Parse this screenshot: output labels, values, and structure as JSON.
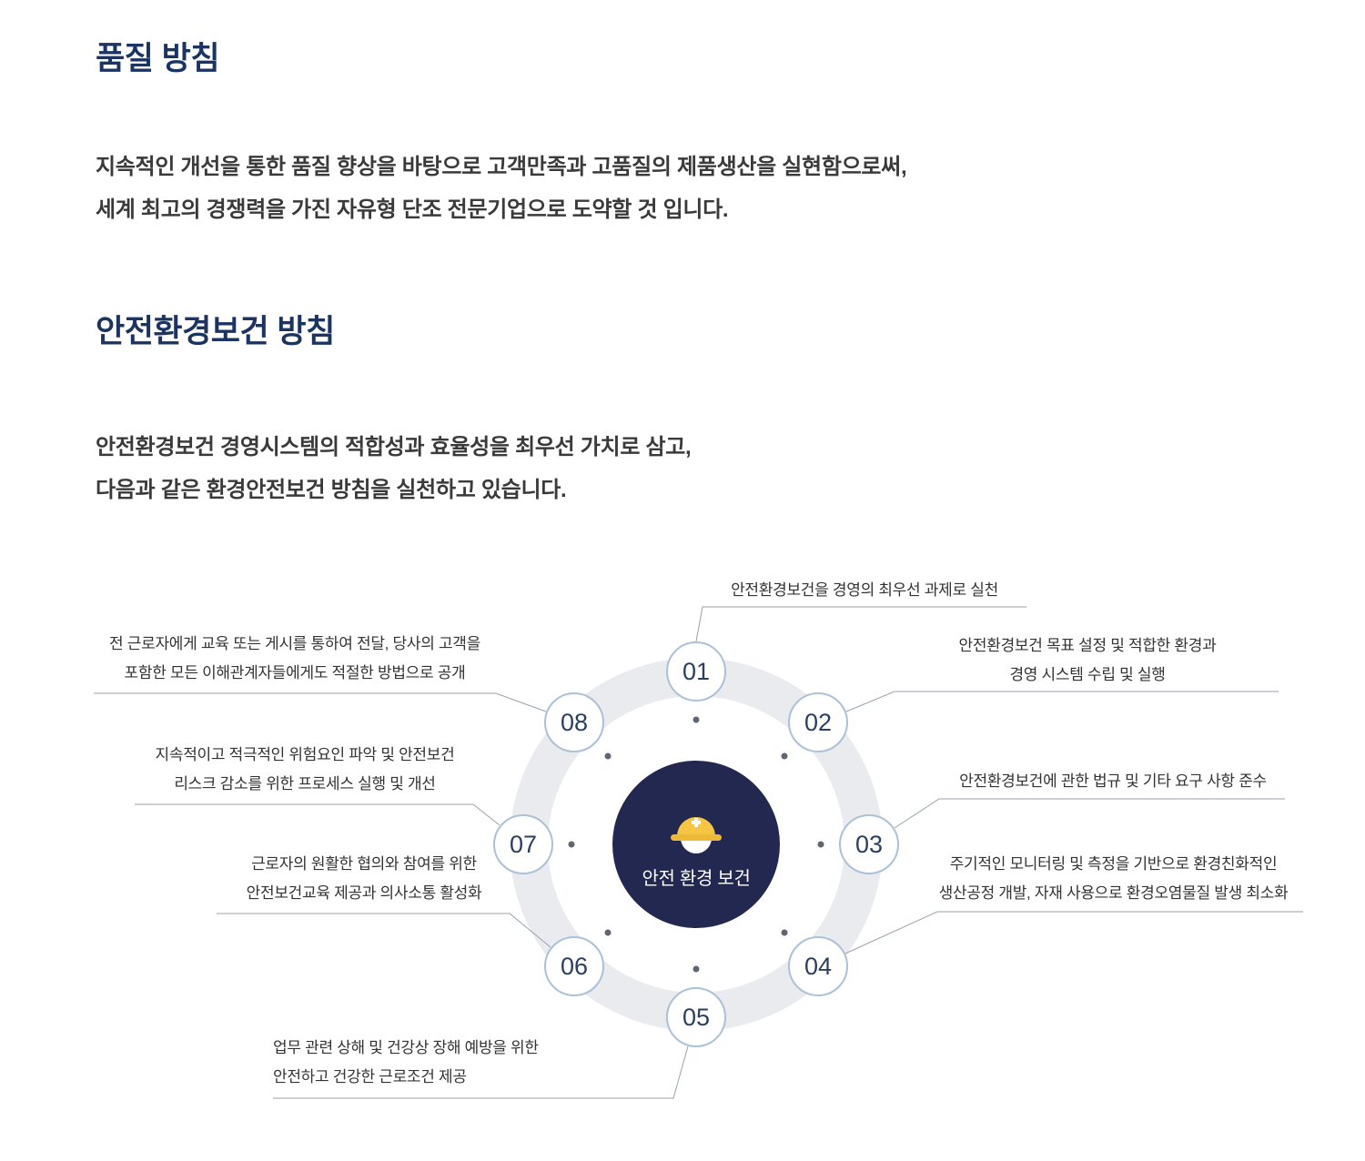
{
  "quality": {
    "title": "품질 방침",
    "body_line1": "지속적인 개선을 통한 품질 향상을 바탕으로 고객만족과 고품질의 제품생산을 실현함으로써,",
    "body_line2": "세계 최고의 경쟁력을 가진 자유형 단조 전문기업으로 도약할 것 입니다."
  },
  "safety": {
    "title": "안전환경보건 방침",
    "body_line1": "안전환경보건 경영시스템의 적합성과 효율성을 최우선 가치로 삼고,",
    "body_line2": "다음과 같은 환경안전보건 방침을 실천하고 있습니다."
  },
  "diagram": {
    "center_label": "안전 환경 보건",
    "center_icon": "safety-helmet-icon",
    "items": [
      {
        "number": "01",
        "lines": [
          "안전환경보건을 경영의 최우선 과제로 실천"
        ]
      },
      {
        "number": "02",
        "lines": [
          "안전환경보건 목표 설정 및 적합한 환경과",
          "경영 시스템 수립 및 실행"
        ]
      },
      {
        "number": "03",
        "lines": [
          "안전환경보건에 관한 법규 및 기타 요구 사항 준수"
        ]
      },
      {
        "number": "04",
        "lines": [
          "주기적인 모니터링 및 측정을 기반으로 환경친화적인",
          "생산공정 개발, 자재 사용으로 환경오염물질 발생 최소화"
        ]
      },
      {
        "number": "05",
        "lines": [
          "업무 관련 상해 및 건강상 장해 예방을 위한",
          "안전하고 건강한 근로조건 제공"
        ]
      },
      {
        "number": "06",
        "lines": [
          "근로자의 원활한 협의와 참여를 위한",
          "안전보건교육 제공과 의사소통 활성화"
        ]
      },
      {
        "number": "07",
        "lines": [
          "지속적이고 적극적인 위험요인 파악 및 안전보건",
          "리스크 감소를 위한 프로세스 실행 및 개선"
        ]
      },
      {
        "number": "08",
        "lines": [
          "전 근로자에게 교육 또는 게시를 통하여 전달, 당사의 고객을",
          "포함한 모든 이해관계자들에게도 적절한 방법으로 공개"
        ]
      }
    ],
    "colors": {
      "ring": "#e9ebee",
      "center_bg": "#232850",
      "node_border": "#aac1d8",
      "number_color": "#2b3f63",
      "line_color": "#9aa2ac",
      "title_navy": "#1b3462",
      "helmet_yellow": "#f6c544"
    }
  }
}
